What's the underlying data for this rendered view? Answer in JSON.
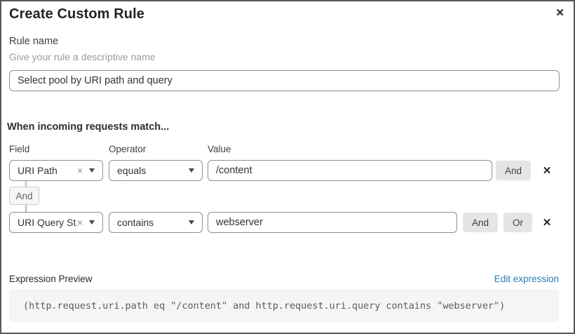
{
  "dialog": {
    "title": "Create Custom Rule"
  },
  "icons": {
    "close": "✕",
    "remove_row": "✕",
    "clear_select": "×",
    "chevron_down": "▾"
  },
  "rule_name": {
    "label": "Rule name",
    "helper": "Give your rule a descriptive name",
    "value": "Select pool by URI path and query"
  },
  "match": {
    "heading": "When incoming requests match...",
    "columns": {
      "field": "Field",
      "operator": "Operator",
      "value": "Value"
    },
    "rows": [
      {
        "field": "URI Path",
        "operator": "equals",
        "value": "/content",
        "and_label": "And"
      },
      {
        "field": "URI Query St...",
        "operator": "contains",
        "value": "webserver",
        "and_label": "And",
        "or_label": "Or"
      }
    ],
    "connector_label": "And"
  },
  "expression": {
    "label": "Expression Preview",
    "edit_link": "Edit expression",
    "code": "(http.request.uri.path eq \"/content\" and http.request.uri.query contains \"webserver\")"
  },
  "colors": {
    "link_blue": "#2e7cb5",
    "btn_gray": "#e5e5e6",
    "border_gray": "#8e9094"
  }
}
